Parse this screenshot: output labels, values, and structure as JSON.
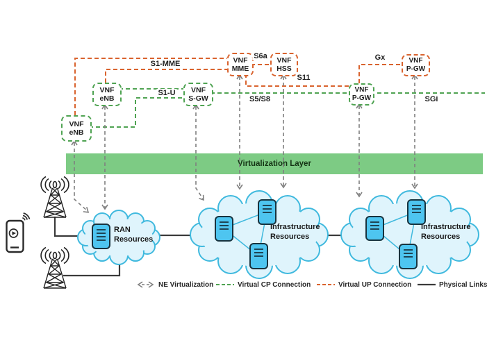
{
  "vnf_boxes": [
    {
      "line1": "VNF",
      "line2": "eNB"
    },
    {
      "line1": "VNF",
      "line2": "eNB"
    },
    {
      "line1": "VNF",
      "line2": "S-GW"
    },
    {
      "line1": "VNF",
      "line2": "MME"
    },
    {
      "line1": "VNF",
      "line2": "HSS"
    },
    {
      "line1": "VNF",
      "line2": "P-GW"
    },
    {
      "line1": "VNF",
      "line2": "P-GW"
    }
  ],
  "interfaces": {
    "s1mme": "S1-MME",
    "s1u": "S1-U",
    "s6a": "S6a",
    "s11": "S11",
    "s5s8": "S5/S8",
    "gx": "Gx",
    "sgi": "SGi"
  },
  "virtualization_layer": {
    "label": "Virtualization Layer"
  },
  "resources": {
    "ran": {
      "line1": "RAN",
      "line2": "Resources"
    },
    "infra1": {
      "line1": "Infrastructure",
      "line2": "Resources"
    },
    "infra2": {
      "line1": "Infrastructure",
      "line2": "Resources"
    }
  },
  "legend": {
    "ne": "NE Virtualization",
    "cp": "Virtual CP Connection",
    "up": "Virtual UP Connection",
    "physical": "Physical Links"
  },
  "colors": {
    "cp_green": "#4FA352",
    "up_orange": "#D9632E",
    "ne_gray": "#7F7F7F",
    "layer_green": "#7DCB84",
    "cloud_fill": "#DFF4FC",
    "cloud_stroke": "#3FB9DE",
    "server_fill": "#4EC5F0",
    "server_stroke": "#17333F",
    "physical": "#3A3A3A",
    "ink": "#1F1F1F"
  }
}
